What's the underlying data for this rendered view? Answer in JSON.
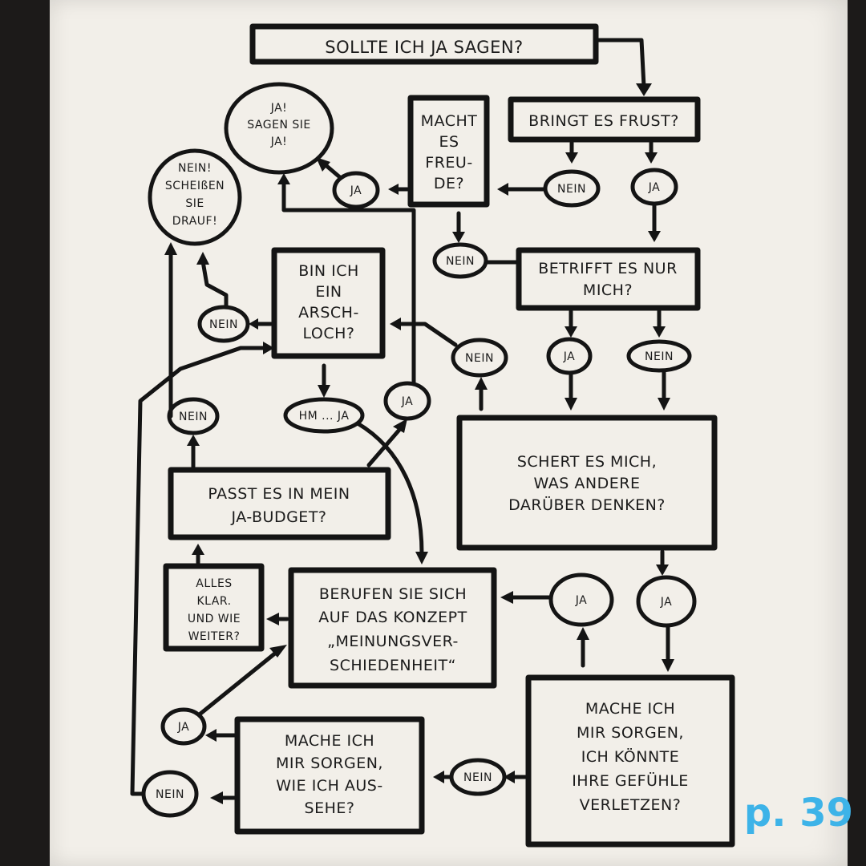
{
  "title": "SOLLTE ICH JA SAGEN?",
  "nodes": {
    "frust": "BRINGT ES FRUST?",
    "freude": [
      "MACHT",
      "ES",
      "FREU-",
      "DE?"
    ],
    "ja_sagen": [
      "JA!",
      "SAGEN SIE",
      "JA!"
    ],
    "nein_scheiss": [
      "NEIN!",
      "SCHEIßEN",
      "SIE",
      "DRAUF!"
    ],
    "nur_mich": [
      "BETRIFFT ES NUR",
      "MICH?"
    ],
    "arschloch": [
      "BIN ICH",
      "EIN",
      "ARSCH-",
      "LOCH?"
    ],
    "schert": [
      "SCHERT ES MICH,",
      "WAS ANDERE",
      "DARÜBER DENKEN?"
    ],
    "budget": [
      "PASST ES IN MEIN",
      "JA-BUDGET?"
    ],
    "alles_klar": [
      "ALLES",
      "KLAR.",
      "UND WIE",
      "WEITER?"
    ],
    "berufen": [
      "BERUFEN SIE SICH",
      "AUF DAS KONZEPT",
      "„MEINUNGSVER-",
      "SCHIEDENHEIT“"
    ],
    "aussehen": [
      "MACHE ICH",
      "MIR SORGEN,",
      "WIE ICH AUS-",
      "SEHE?"
    ],
    "gefuehle": [
      "MACHE ICH",
      "MIR SORGEN,",
      "ICH KÖNNTE",
      "IHRE GEFÜHLE",
      "VERLETZEN?"
    ]
  },
  "answers": {
    "ja": "JA",
    "nein": "NEIN",
    "hmm_ja": "HM ... JA"
  },
  "page_number": "p. 39"
}
